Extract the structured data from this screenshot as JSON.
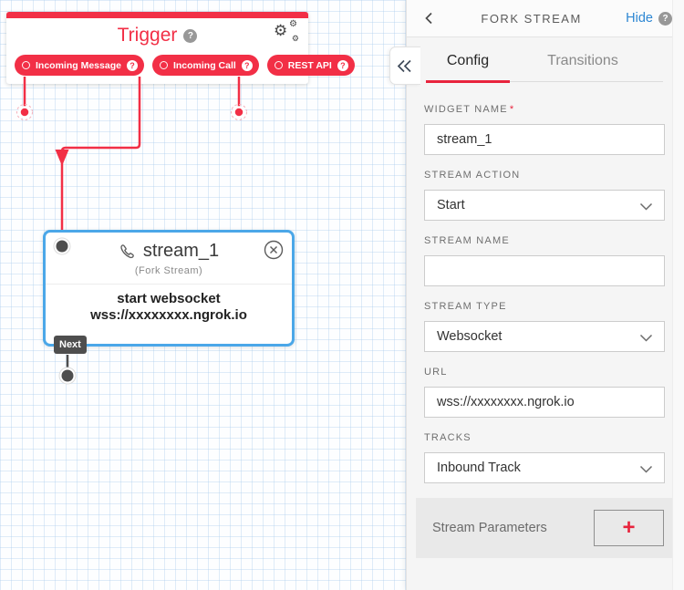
{
  "ui": {
    "help_mark": "?",
    "required_mark": "*",
    "add_mark": "+"
  },
  "canvas": {
    "trigger": {
      "title": "Trigger",
      "pills": [
        {
          "label": "Incoming Message"
        },
        {
          "label": "Incoming Call"
        },
        {
          "label": "REST API"
        }
      ]
    },
    "stream_widget": {
      "name": "stream_1",
      "type_label": "(Fork Stream)",
      "summary_line1": "start websocket",
      "summary_line2": "wss://xxxxxxxx.ngrok.io",
      "next_label": "Next"
    }
  },
  "panel": {
    "title": "FORK STREAM",
    "hide_label": "Hide",
    "tabs": [
      {
        "label": "Config"
      },
      {
        "label": "Transitions"
      }
    ],
    "fields": [
      {
        "label": "WIDGET NAME",
        "value": "stream_1"
      },
      {
        "label": "STREAM ACTION",
        "value": "Start"
      },
      {
        "label": "STREAM NAME",
        "value": ""
      },
      {
        "label": "STREAM TYPE",
        "value": "Websocket"
      },
      {
        "label": "URL",
        "value": "wss://xxxxxxxx.ngrok.io"
      },
      {
        "label": "TRACKS",
        "value": "Inbound Track"
      }
    ],
    "stream_parameters": {
      "label": "Stream Parameters"
    }
  },
  "colors": {
    "brand_red": "#f22f46",
    "selection_blue": "#4ba7e8",
    "link_blue": "#2e87d3",
    "connector_gray": "#4e4e4e",
    "grid_blue": "#dce9f6"
  }
}
